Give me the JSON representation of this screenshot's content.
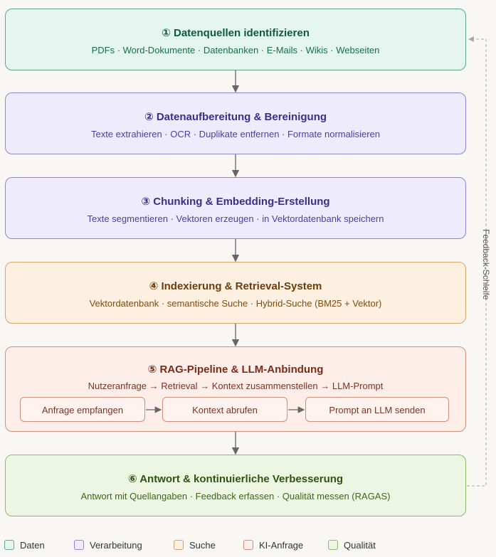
{
  "stages": [
    {
      "title": "① Datenquellen identifizieren",
      "subtitle": "PDFs · Word-Dokumente · Datenbanken · E-Mails · Wikis · Webseiten"
    },
    {
      "title": "② Datenaufbereitung & Bereinigung",
      "subtitle": "Texte extrahieren · OCR · Duplikate entfernen · Formate normalisieren"
    },
    {
      "title": "③ Chunking & Embedding-Erstellung",
      "subtitle": "Texte segmentieren · Vektoren erzeugen · in Vektordatenbank speichern"
    },
    {
      "title": "④ Indexierung & Retrieval-System",
      "subtitle": "Vektordatenbank · semantische Suche · Hybrid-Suche (BM25 + Vektor)"
    },
    {
      "title": "⑤ RAG-Pipeline & LLM-Anbindung",
      "subtitle": "Nutzeranfrage → Retrieval → Kontext zusammenstellen → LLM-Prompt",
      "steps": [
        "Anfrage empfangen",
        "Kontext abrufen",
        "Prompt an LLM senden"
      ]
    },
    {
      "title": "⑥ Antwort & kontinuierliche Verbesserung",
      "subtitle": "Antwort mit Quellangaben · Feedback erfassen · Qualität messen (RAGAS)"
    }
  ],
  "feedback_label": "Feedback-Schleife",
  "legend": [
    {
      "label": "Daten",
      "color": "#e3f5ee",
      "border": "#5ba88a"
    },
    {
      "label": "Verarbeitung",
      "color": "#eeecfc",
      "border": "#8b86d6"
    },
    {
      "label": "Suche",
      "color": "#fdf0e0",
      "border": "#d6a46a"
    },
    {
      "label": "KI-Anfrage",
      "color": "#fdeeea",
      "border": "#d08f78"
    },
    {
      "label": "Qualität",
      "color": "#edf5e3",
      "border": "#8fb86a"
    }
  ],
  "colors": {
    "daten": {
      "bg": "#e3f5ee",
      "border": "#5ba88a",
      "title": "#0f5a40",
      "text": "#1a6e4e"
    },
    "verarbeitung": {
      "bg": "#eeecfc",
      "border": "#8b86d6",
      "title": "#3a2f8a",
      "text": "#4a3fa0"
    },
    "suche": {
      "bg": "#fdf0e0",
      "border": "#d6a46a",
      "title": "#6a3d0c",
      "text": "#7d4c12"
    },
    "ki": {
      "bg": "#fdeeea",
      "border": "#d08f78",
      "title": "#7a2b18",
      "text": "#7a3320"
    },
    "qualitaet": {
      "bg": "#edf5e3",
      "border": "#8fb86a",
      "title": "#2e5510",
      "text": "#3b6a16"
    }
  }
}
